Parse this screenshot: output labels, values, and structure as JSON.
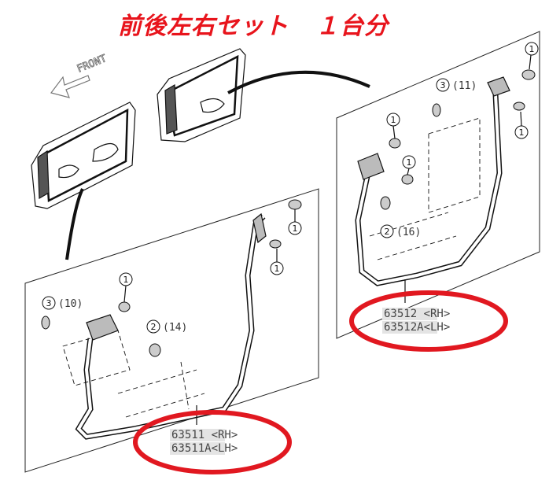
{
  "title": {
    "part1": "前後左右セット",
    "part2": "１台分"
  },
  "front_label": "FRONT",
  "callouts": {
    "one": "1",
    "two": "2",
    "three": "3",
    "qty_front_3": "(10)",
    "qty_front_2": "(14)",
    "qty_rear_3": "(11)",
    "qty_rear_2": "(16)"
  },
  "parts": {
    "front": {
      "rh": "63511 <RH>",
      "lh_num": "63511A",
      "lh_side": "<LH>"
    },
    "rear": {
      "rh": "63512 <RH>",
      "lh_num": "63512A",
      "lh_side": "<LH>"
    }
  },
  "colors": {
    "title_red": "#e8141c",
    "ellipse_red": "#e11820"
  }
}
